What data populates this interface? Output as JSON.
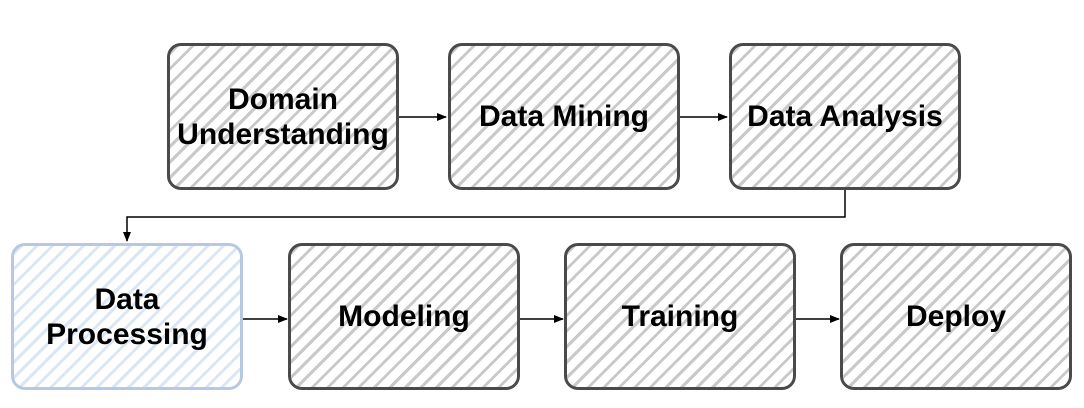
{
  "nodes": {
    "domain_understanding": {
      "label": "Domain\nUnderstanding"
    },
    "data_mining": {
      "label": "Data Mining"
    },
    "data_analysis": {
      "label": "Data Analysis"
    },
    "data_processing": {
      "label": "Data\nProcessing"
    },
    "modeling": {
      "label": "Modeling"
    },
    "training": {
      "label": "Training"
    },
    "deploy": {
      "label": "Deploy"
    }
  },
  "edges": [
    {
      "from": "domain_understanding",
      "to": "data_mining"
    },
    {
      "from": "data_mining",
      "to": "data_analysis"
    },
    {
      "from": "data_analysis",
      "to": "data_processing"
    },
    {
      "from": "data_processing",
      "to": "modeling"
    },
    {
      "from": "modeling",
      "to": "training"
    },
    {
      "from": "training",
      "to": "deploy"
    }
  ],
  "colors": {
    "node_border": "#4a4a4a",
    "node_hatch": "#c9c9c9",
    "highlight_border": "#b7c9e2",
    "highlight_hatch": "#dbe6f5",
    "edge": "#000000"
  }
}
